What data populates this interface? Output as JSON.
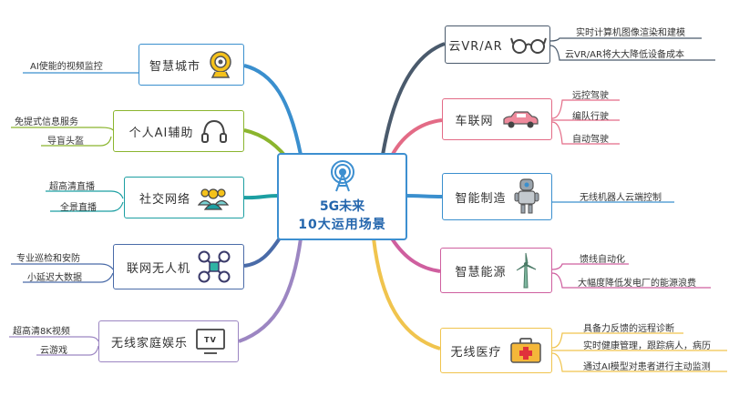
{
  "center": {
    "line1": "5G未来",
    "line2": "10大运用场景"
  },
  "colors": {
    "smart_city": "#3a8fce",
    "ai_assist": "#8bb52e",
    "social": "#1c9fa2",
    "drone": "#4a6ba8",
    "home": "#9c86c2",
    "vr": "#4a5a6c",
    "vehicle": "#e36b86",
    "manufacturing": "#3a8fce",
    "energy": "#cf5f9f",
    "medical": "#f0c44e"
  },
  "branches": {
    "smart_city": {
      "label": "智慧城市",
      "icon": "webcam-icon",
      "leaves": [
        "AI使能的视频监控"
      ]
    },
    "ai_assist": {
      "label": "个人AI辅助",
      "icon": "headphones-icon",
      "leaves": [
        "免提式信息服务",
        "导盲头盔"
      ]
    },
    "social": {
      "label": "社交网络",
      "icon": "people-icon",
      "leaves": [
        "超高清直播",
        "全景直播"
      ]
    },
    "drone": {
      "label": "联网无人机",
      "icon": "drone-icon",
      "leaves": [
        "专业巡检和安防",
        "小延迟大数据"
      ]
    },
    "home": {
      "label": "无线家庭娱乐",
      "icon": "tv-icon",
      "icon_text": "TV",
      "leaves": [
        "超高清8K视频",
        "云游戏"
      ]
    },
    "vr": {
      "label": "云VR/AR",
      "icon": "glasses-icon",
      "leaves": [
        "实时计算机图像渲染和建模",
        "云VR/AR将大大降低设备成本"
      ]
    },
    "vehicle": {
      "label": "车联网",
      "icon": "car-icon",
      "leaves": [
        "远控驾驶",
        "编队行驶",
        "自动驾驶"
      ]
    },
    "manufacturing": {
      "label": "智能制造",
      "icon": "robot-icon",
      "leaves": [
        "无线机器人云端控制"
      ]
    },
    "energy": {
      "label": "智慧能源",
      "icon": "wind-turbine-icon",
      "leaves": [
        "馈线自动化",
        "大幅度降低发电厂的能源浪费"
      ]
    },
    "medical": {
      "label": "无线医疗",
      "icon": "first-aid-kit-icon",
      "leaves": [
        "具备力反馈的远程诊断",
        "实时健康管理，跟踪病人，病历",
        "通过AI模型对患者进行主动监测"
      ]
    }
  }
}
